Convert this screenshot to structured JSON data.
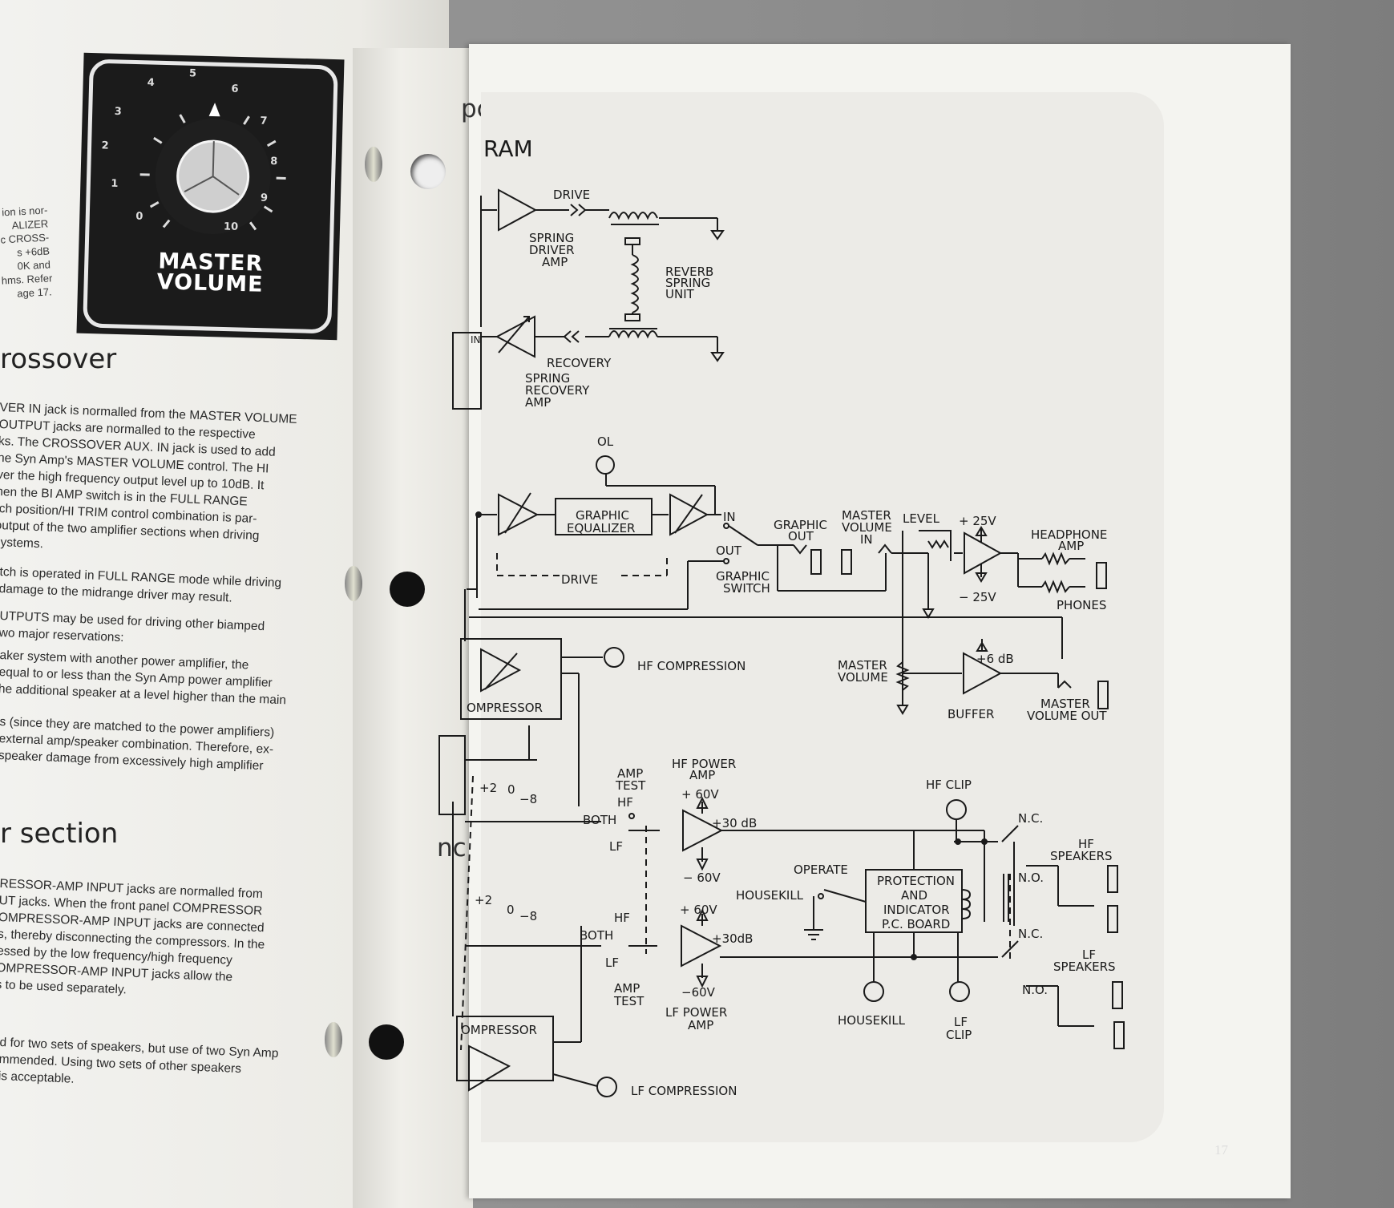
{
  "left_page": {
    "knob": {
      "label_line1": "MASTER",
      "label_line2": "VOLUME",
      "digits": [
        "0",
        "1",
        "2",
        "3",
        "4",
        "5",
        "6",
        "7",
        "8",
        "9",
        "10"
      ]
    },
    "side_note": "ion is nor-\nALIZER\nc CROSS-\ns +6dB\n0K and\nhms. Refer\nage 17.",
    "crossover_heading": "rossover",
    "crossover_paragraphs": [
      "VER IN jack is normalled from the MASTER VOLUME\nOUTPUT jacks are normalled to the respective\nks. The CROSSOVER AUX. IN jack is used to add\nhe Syn Amp's MASTER VOLUME control. The HI\nver the high frequency output level up to 10dB. It\nhen the BI AMP switch is in the FULL RANGE\ntch position/HI TRIM control combination is par-\noutput of the two amplifier sections when driving\nsystems.",
      "tch is operated in FULL RANGE mode while driving\ndamage to the midrange driver may result.",
      "UTPUTS may be used for driving other biamped\nwo major reservations:",
      "aker system with another power amplifier, the\nequal to or less than the Syn Amp power amplifier\nhe additional speaker at a level higher than the main",
      "s (since they are matched to the power amplifiers)\nexternal amp/speaker combination. Therefore, ex-\nspeaker damage from excessively high amplifier"
    ],
    "section_heading": "r section",
    "section_paragraphs": [
      "RESSOR-AMP INPUT jacks are normalled from\nUT jacks. When the front panel COMPRESSOR\nOMPRESSOR-AMP INPUT jacks are connected\ns, thereby disconnecting the compressors. In the\nessed by the low frequency/high frequency\nOMPRESSOR-AMP INPUT jacks allow the\ns to be used separately.",
      "d for two sets of speakers, but use of two Syn Amp\nmmended. Using two sets of other speakers\nis acceptable."
    ]
  },
  "right_page": {
    "frag_top": "pc",
    "frag_mid": "nc",
    "page_number": "17"
  },
  "diagram": {
    "title": "RAM",
    "labels": {
      "drive": "DRIVE",
      "spring_driver_amp": [
        "SPRING",
        "DRIVER",
        "AMP"
      ],
      "reverb_spring_unit": [
        "REVERB",
        "SPRING",
        "UNIT"
      ],
      "in_small": "IN",
      "recovery": "RECOVERY",
      "spring_recovery_amp": [
        "SPRING",
        "RECOVERY",
        "AMP"
      ],
      "ol": "OL",
      "graphic_equalizer": [
        "GRAPHIC",
        "EQUALIZER"
      ],
      "in": "IN",
      "out": "OUT",
      "graphic_switch": [
        "GRAPHIC",
        "SWITCH"
      ],
      "eq_drive": "DRIVE",
      "graphic_out": [
        "GRAPHIC",
        "OUT"
      ],
      "master_volume_in": [
        "MASTER",
        "VOLUME",
        "IN"
      ],
      "level": "LEVEL",
      "plus25v": "+ 25V",
      "minus25v": "− 25V",
      "headphone_amp": [
        "HEADPHONE",
        "AMP"
      ],
      "phones": "PHONES",
      "hf_compression": "HF  COMPRESSION",
      "master_volume": [
        "MASTER",
        "VOLUME"
      ],
      "plus6db": "+6 dB",
      "buffer": "BUFFER",
      "master_volume_out": [
        "MASTER",
        "VOLUME  OUT"
      ],
      "compressor_top": "OMPRESSOR",
      "hf_power_amp": [
        "HF POWER",
        "AMP"
      ],
      "amp_test_top": [
        "AMP",
        "TEST"
      ],
      "hf": "HF",
      "both": "BOTH",
      "lf": "LF",
      "plus60v": "+ 60V",
      "plus30db": "+30 dB",
      "minus60v": "− 60V",
      "hf_clip": "HF CLIP",
      "nc": "N.C.",
      "no": "N.O.",
      "hf_speakers": [
        "HF",
        "SPEAKERS"
      ],
      "operate": "OPERATE",
      "housekill": "HOUSEKILL",
      "protection_board": [
        "PROTECTION",
        "AND",
        "INDICATOR",
        "P.C. BOARD"
      ],
      "switch_top": [
        "+2",
        "0",
        "−8"
      ],
      "switch_bottom": [
        "+2",
        "0",
        "−8"
      ],
      "hf_lower": "HF",
      "both_lower": "BOTH",
      "lf_lower": "LF",
      "plus60v_lower": "+ 60V",
      "plus30db_lower": "+30dB",
      "minus60v_lower": "−60V",
      "amp_test_bottom": [
        "AMP",
        "TEST"
      ],
      "lf_power_amp": [
        "LF POWER",
        "AMP"
      ],
      "housekill_lamp": "HOUSEKILL",
      "lf_clip": [
        "LF",
        "CLIP"
      ],
      "nc_lower": "N.C.",
      "no_lower": "N.O.",
      "lf_speakers": [
        "LF",
        "SPEAKERS"
      ],
      "compressor_bottom": "OMPRESSOR",
      "lf_compression": "LF  COMPRESSION"
    }
  }
}
